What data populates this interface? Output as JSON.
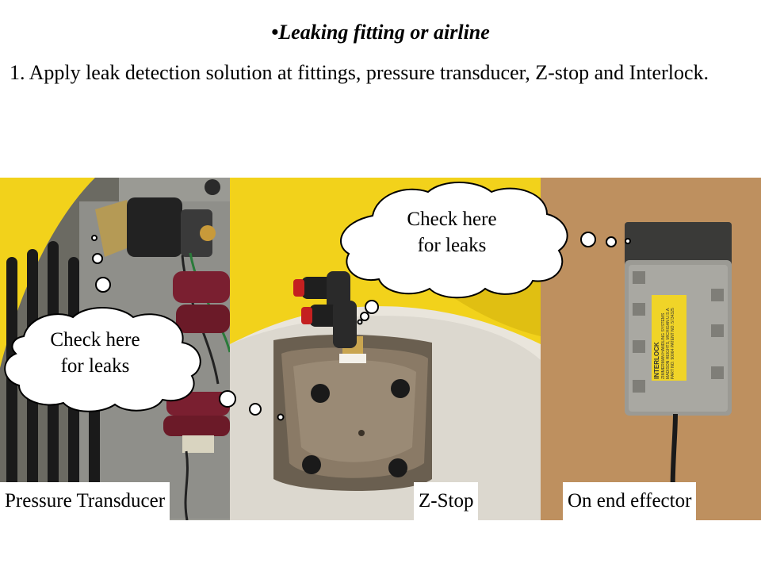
{
  "slide": {
    "heading": "•Leaking fitting or airline",
    "instruction": "1. Apply leak detection solution at fittings, pressure transducer, Z-stop and Interlock."
  },
  "photos": [
    {
      "caption": "Pressure Transducer"
    },
    {
      "caption": "Z-Stop"
    },
    {
      "caption": "On end effector"
    }
  ],
  "callouts": [
    {
      "line1": "Check here",
      "line2": "for leaks"
    },
    {
      "line1": "Check here",
      "line2": "for leaks"
    }
  ],
  "interlock_label": {
    "title": "INTERLOCK",
    "maker": "ZIMMERMAN HANDLING SYSTEMS",
    "city": "MADISON HEIGHTS, MICHIGAN U.S.A.",
    "part": "PART NO. 90064",
    "patent": "PATENT NO. 5734325"
  },
  "colors": {
    "yellow": "#f2d21b",
    "metal": "#8e8e88",
    "cardboard": "#b98a5a",
    "stone": "#8a7a66"
  }
}
